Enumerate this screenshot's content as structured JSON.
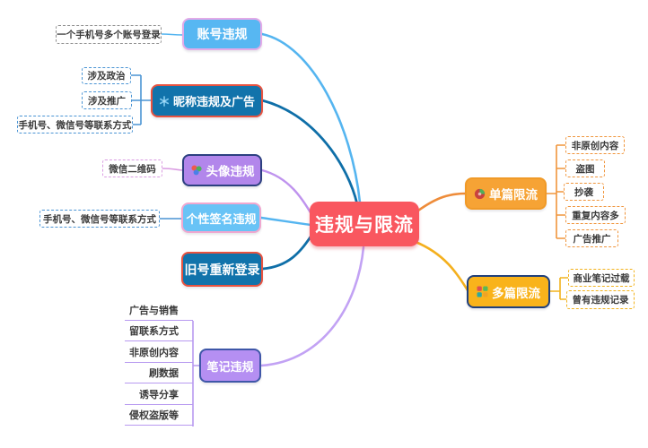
{
  "mindmap": {
    "root": {
      "label": "违规与限流"
    },
    "left_branches": [
      {
        "id": "account",
        "label": "账号违规",
        "children": [
          "一个手机号多个账号登录"
        ]
      },
      {
        "id": "nickname",
        "label": "昵称违规及广告",
        "icon": "asterisk-burst-icon",
        "children": [
          "涉及政治",
          "涉及推广",
          "手机号、微信号等联系方式"
        ]
      },
      {
        "id": "avatar",
        "label": "头像违规",
        "icon": "balloons-icon",
        "children": [
          "微信二维码"
        ]
      },
      {
        "id": "signature",
        "label": "个性签名违规",
        "children": [
          "手机号、微信号等联系方式"
        ]
      },
      {
        "id": "old_login",
        "label": "旧号重新登录",
        "children": []
      },
      {
        "id": "notes",
        "label": "笔记违规",
        "children": [
          "广告与销售",
          "留联系方式",
          "非原创内容",
          "刷数据",
          "诱导分享",
          "侵权盗版等"
        ]
      }
    ],
    "right_branches": [
      {
        "id": "single_limit",
        "label": "单篇限流",
        "icon": "camera-lens-icon",
        "children": [
          "非原创内容",
          "盗图",
          "抄袭",
          "重复内容多",
          "广告推广"
        ]
      },
      {
        "id": "multi_limit",
        "label": "多篇限流",
        "icon": "color-grid-icon",
        "children": [
          "商业笔记过载",
          "曾有违规记录"
        ]
      }
    ]
  },
  "colors": {
    "root_bg": "#f9575f",
    "light_blue": "#57b7f2",
    "dark_blue": "#1173ab",
    "purple": "#b286eb",
    "light_purple_line": "#c2a2f4",
    "pink_border": "#e2aae8",
    "red_border": "#e85340",
    "navy_border": "#2c4080",
    "orange": "#f6a335",
    "yellow": "#f9b31b",
    "dashed_gray": "#8f8f8f",
    "dashed_blue": "#4a94d4",
    "dashed_pink": "#da9ce2",
    "dashed_orange": "#f0953c",
    "dashed_yellow": "#f2b31e"
  }
}
